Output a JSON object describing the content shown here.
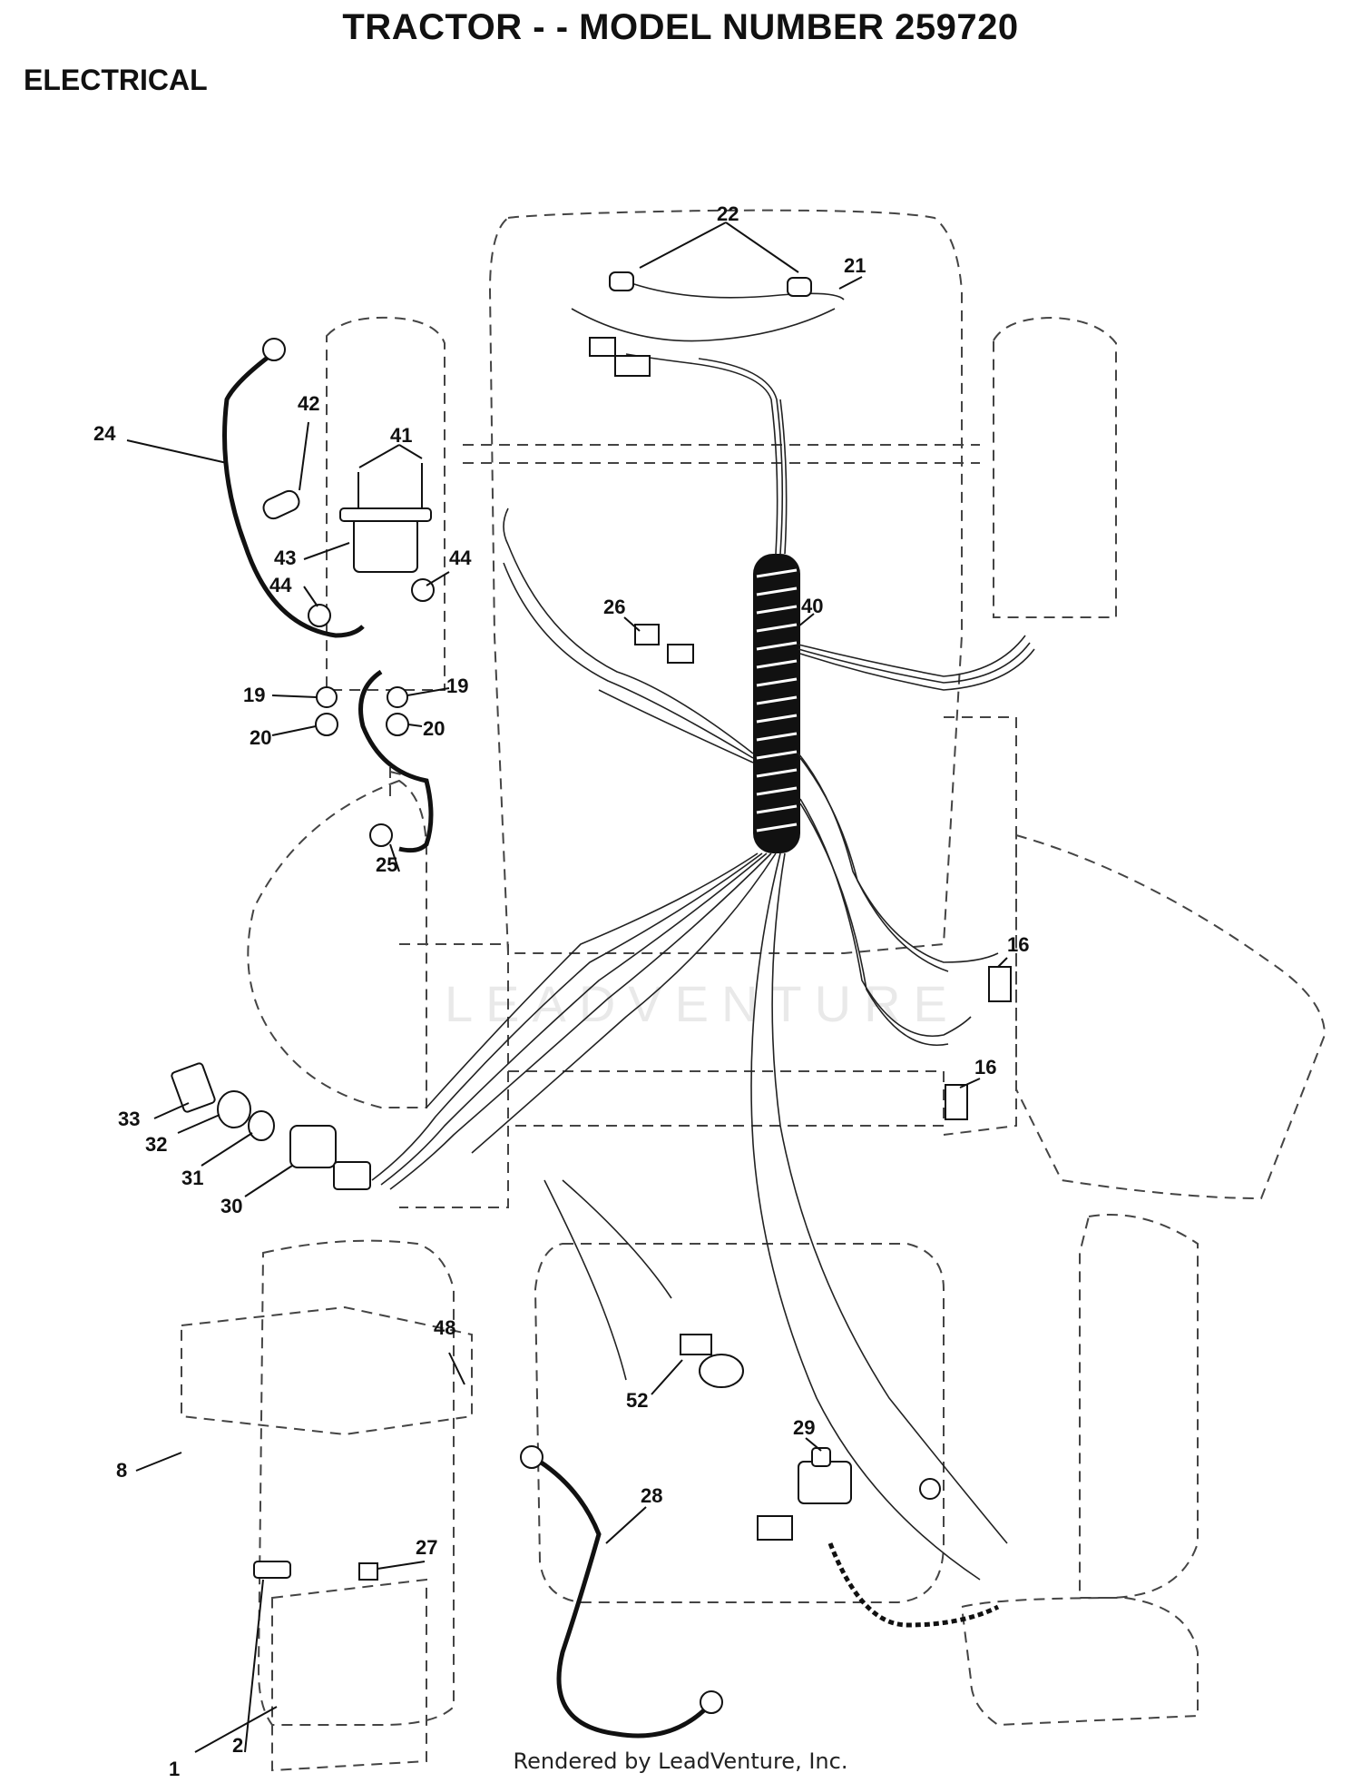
{
  "header": {
    "title": "TRACTOR - - MODEL NUMBER 259720",
    "section": "ELECTRICAL"
  },
  "watermark": "LEADVENTURE",
  "footer": "Rendered by LeadVenture, Inc.",
  "callouts": {
    "p1": "1",
    "p2": "2",
    "p8": "8",
    "p16a": "16",
    "p16b": "16",
    "p19a": "19",
    "p19b": "19",
    "p20a": "20",
    "p20b": "20",
    "p21": "21",
    "p22": "22",
    "p24": "24",
    "p25": "25",
    "p26": "26",
    "p27": "27",
    "p28": "28",
    "p29": "29",
    "p30": "30",
    "p31": "31",
    "p32": "32",
    "p33": "33",
    "p40": "40",
    "p41": "41",
    "p42": "42",
    "p43": "43",
    "p44a": "44",
    "p44b": "44",
    "p48": "48",
    "p52": "52"
  }
}
